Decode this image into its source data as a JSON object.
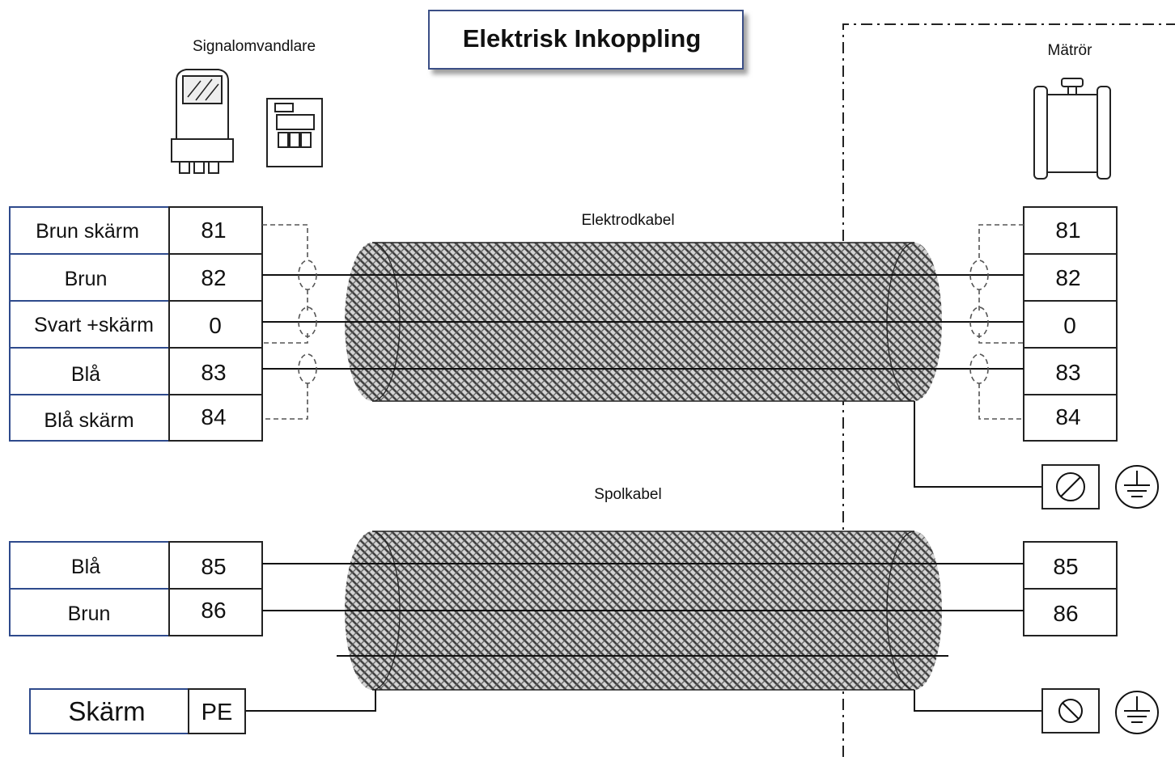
{
  "title": "Elektrisk Inkoppling",
  "left_device_label": "Signalomvandlare",
  "right_device_label": "Mätrör",
  "electrode_cable": {
    "label": "Elektrodkabel",
    "left_rows": [
      {
        "name": "Brun skärm",
        "terminal": "81"
      },
      {
        "name": "Brun",
        "terminal": "82"
      },
      {
        "name": "Svart +skärm",
        "terminal": "0"
      },
      {
        "name": "Blå",
        "terminal": "83"
      },
      {
        "name": "Blå skärm",
        "terminal": "84"
      }
    ],
    "right_terminals": [
      "81",
      "82",
      "0",
      "83",
      "84"
    ]
  },
  "coil_cable": {
    "label": "Spolkabel",
    "left_rows": [
      {
        "name": "Blå",
        "terminal": "85"
      },
      {
        "name": "Brun",
        "terminal": "86"
      }
    ],
    "right_terminals": [
      "85",
      "86"
    ]
  },
  "shield": {
    "name": "Skärm",
    "terminal": "PE"
  }
}
